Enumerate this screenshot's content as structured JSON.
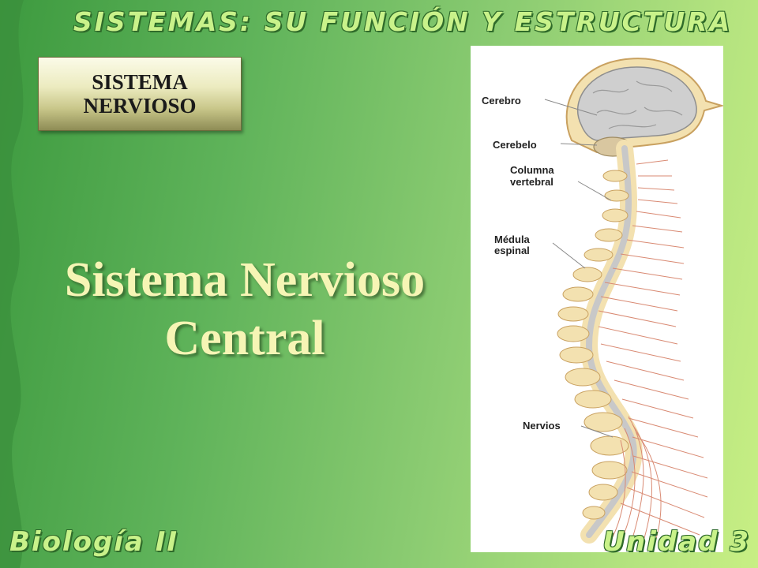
{
  "header": {
    "title": "SISTEMAS: SU FUNCIÓN Y ESTRUCTURA"
  },
  "badge": {
    "line1": "SISTEMA",
    "line2": "NERVIOSO"
  },
  "main": {
    "title_line1": "Sistema Nervioso",
    "title_line2": "Central"
  },
  "diagram": {
    "labels": {
      "cerebro": "Cerebro",
      "cerebelo": "Cerebelo",
      "columna_1": "Columna",
      "columna_2": "vertebral",
      "medula_1": "Médula",
      "medula_2": "espinal",
      "nervios": "Nervios"
    }
  },
  "footer": {
    "left": "Biología II",
    "right": "Unidad 3"
  },
  "colors": {
    "brain": "#cfcfcf",
    "bone": "#f3e1b0",
    "nerve": "#d98a73",
    "title_text": "#f6f5b5"
  }
}
